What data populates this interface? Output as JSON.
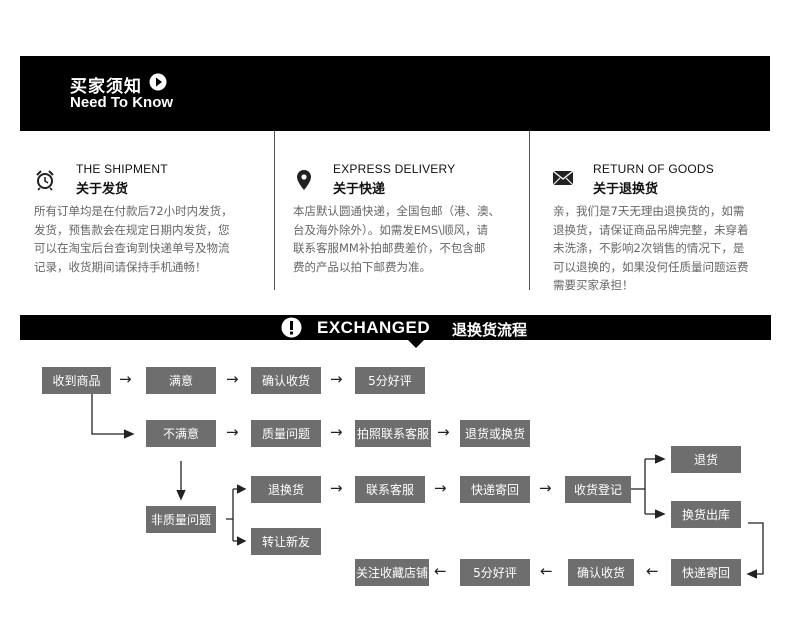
{
  "banner": {
    "title_cn": "买家须知",
    "title_en": "Need To Know",
    "icon": "play-circle-icon"
  },
  "columns": [
    {
      "icon": "alarm-clock-icon",
      "title_en": "THE SHIPMENT",
      "title_cn": "关于发货",
      "lines": [
        "所有订单均是在付款后72小时内发货，",
        "发货，预售款会在规定日期内发货，您",
        "可以在淘宝后台查询到快递单号及物流",
        "记录，收货期间请保持手机通畅！"
      ]
    },
    {
      "icon": "map-pin-icon",
      "title_en": "EXPRESS DELIVERY",
      "title_cn": "关于快递",
      "lines": [
        "本店默认圆通快递，全国包邮（港、澳、",
        "台及海外除外）。如需发EMS\\顺风，请",
        "联系客服MM补拍邮费差价，不包含邮",
        "费的产品以拍下邮费为准。"
      ]
    },
    {
      "icon": "envelope-icon",
      "title_en": "RETURN OF GOODS",
      "title_cn": "关于退换货",
      "lines": [
        "亲，我们是7天无理由退换货的，如需",
        "退换货，请保证商品吊牌完整，未穿着",
        "未洗涤，不影响2次销售的情况下，是",
        "可以退换的，如果没何任质量问题运费",
        "需要买家承担！"
      ]
    }
  ],
  "exchange": {
    "icon": "exclamation-circle-icon",
    "title_en": "EXCHANGED",
    "title_cn": "退换货流程",
    "steps": {
      "receive": "收到商品",
      "satisfied": "满意",
      "confirm1": "确认收货",
      "rate1": "5分好评",
      "unsatisfied": "不满意",
      "quality": "质量问题",
      "photo": "拍照联系客服",
      "refund": "退货或换货",
      "nonquality": "非质量问题",
      "returnex": "退换货",
      "contact": "联系客服",
      "ship1": "快递寄回",
      "register": "收货登记",
      "returngoods": "退货",
      "exchangeout": "换货出库",
      "transfer": "转让新友",
      "ship2": "快递寄回",
      "confirm2": "确认收货",
      "rate2": "5分好评",
      "follow": "关注收藏店铺"
    }
  }
}
